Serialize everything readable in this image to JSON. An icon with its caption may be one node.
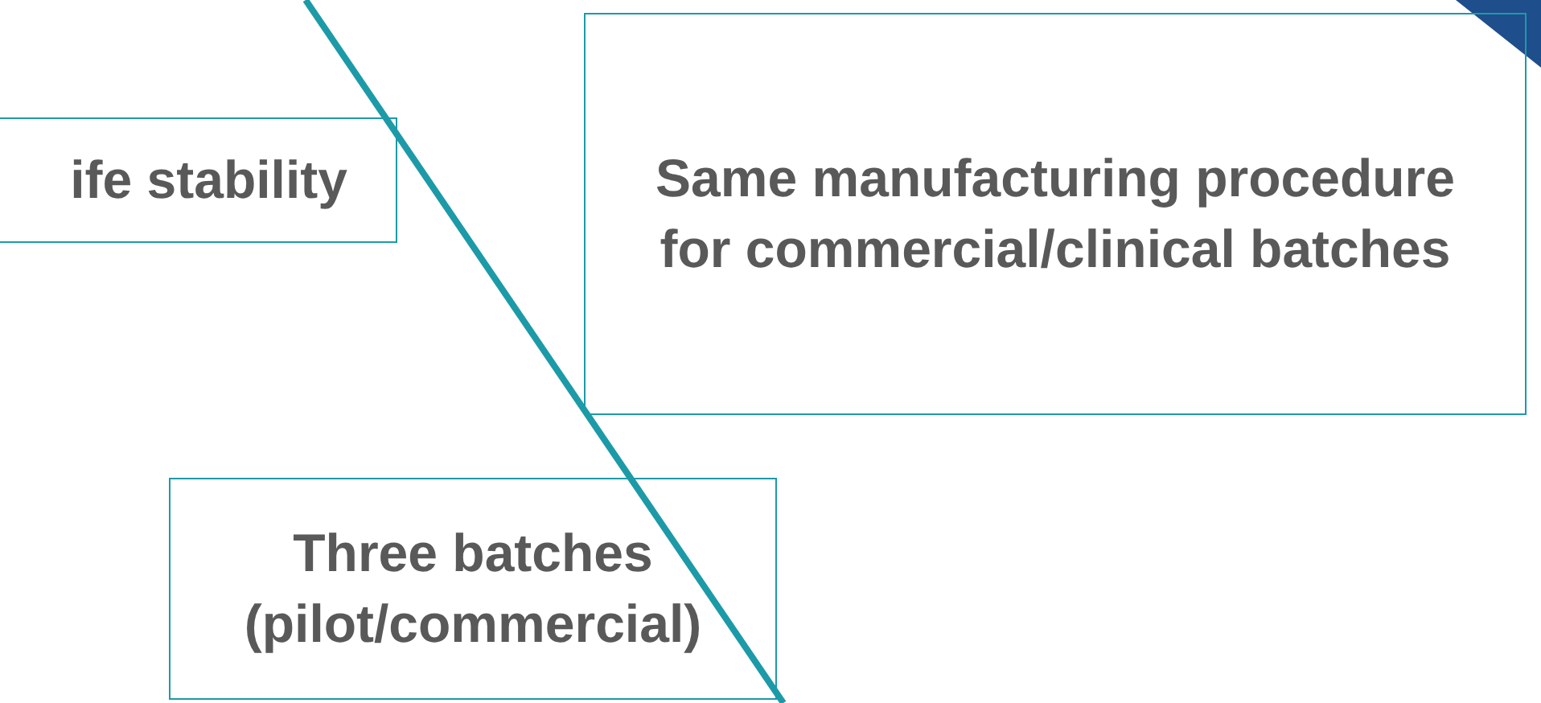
{
  "diagram": {
    "nodes": [
      {
        "text": [
          "ife stability"
        ]
      },
      {
        "text": [
          "Same manufacturing procedure for commercial/clinical batches"
        ]
      },
      {
        "text": [
          "Three batches (pilot/commercial)"
        ]
      }
    ]
  }
}
